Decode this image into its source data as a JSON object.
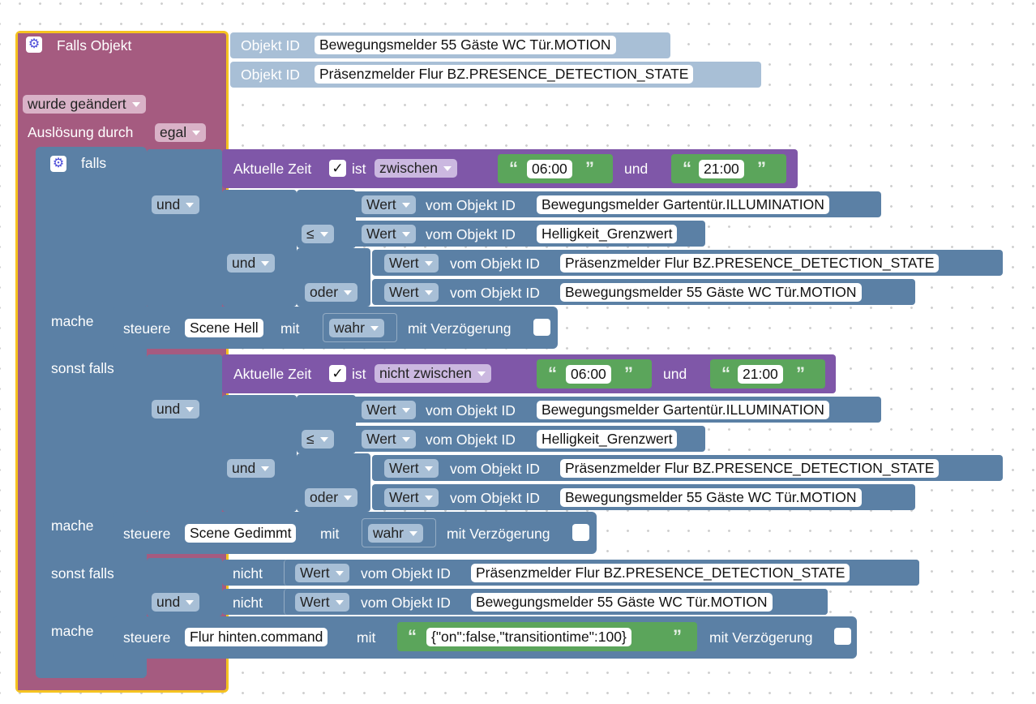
{
  "trigger": {
    "title": "Falls Objekt",
    "object_label": "Objekt ID",
    "objects": [
      "Bewegungsmelder 55 Gäste WC Tür.MOTION",
      "Präsenzmelder Flur BZ.PRESENCE_DETECTION_STATE"
    ],
    "changed_dropdown": "wurde geändert",
    "triggered_by_label": "Auslösung durch",
    "triggered_by_value": "egal"
  },
  "kw": {
    "falls": "falls",
    "mache": "mache",
    "sonst_falls": "sonst falls",
    "und": "und",
    "oder": "oder",
    "le": "≤",
    "nicht": "nicht",
    "wert": "Wert",
    "vom_objekt_id": "vom Objekt ID",
    "steuere": "steuere",
    "mit": "mit",
    "mit_verzoegerung": "mit Verzögerung",
    "aktuelle_zeit": "Aktuelle Zeit",
    "ist": "ist",
    "check": "✓",
    "quote_open": "“",
    "quote_close": "”",
    "gear": "⚙"
  },
  "branch1": {
    "time_op": "zwischen",
    "from": "06:00",
    "to": "21:00",
    "obj_illumination": "Bewegungsmelder Gartentür.ILLUMINATION",
    "obj_threshold": "Helligkeit_Grenzwert",
    "obj_presence": "Präsenzmelder Flur BZ.PRESENCE_DETECTION_STATE",
    "obj_motion": "Bewegungsmelder 55 Gäste WC Tür.MOTION",
    "target": "Scene Hell",
    "value": "wahr"
  },
  "branch2": {
    "time_op": "nicht zwischen",
    "from": "06:00",
    "to": "21:00",
    "obj_illumination": "Bewegungsmelder Gartentür.ILLUMINATION",
    "obj_threshold": "Helligkeit_Grenzwert",
    "obj_presence": "Präsenzmelder Flur BZ.PRESENCE_DETECTION_STATE",
    "obj_motion": "Bewegungsmelder 55 Gäste WC Tür.MOTION",
    "target": "Scene Gedimmt",
    "value": "wahr"
  },
  "branch3": {
    "obj_presence": "Präsenzmelder Flur BZ.PRESENCE_DETECTION_STATE",
    "obj_motion": "Bewegungsmelder 55 Gäste WC Tür.MOTION",
    "target": "Flur hinten.command",
    "value": "{\"on\":false,\"transitiontime\":100}"
  }
}
